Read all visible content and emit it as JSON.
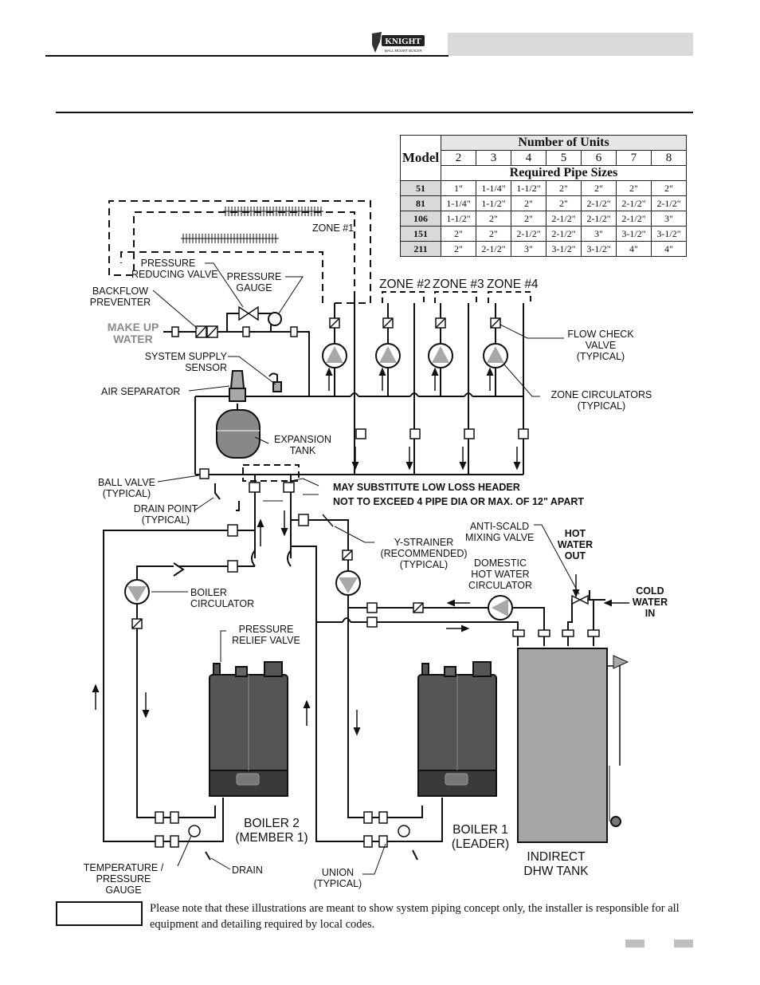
{
  "header": {
    "logo_text": "KNIGHT",
    "logo_sub": "WALL MOUNT BOILER"
  },
  "table": {
    "model_label": "Model",
    "units_label": "Number of Units",
    "units": [
      "2",
      "3",
      "4",
      "5",
      "6",
      "7",
      "8"
    ],
    "sizes_label": "Required Pipe Sizes",
    "rows": [
      {
        "model": "51",
        "sizes": [
          "1\"",
          "1-1/4\"",
          "1-1/2\"",
          "2\"",
          "2\"",
          "2\"",
          "2\""
        ]
      },
      {
        "model": "81",
        "sizes": [
          "1-1/4\"",
          "1-1/2\"",
          "2\"",
          "2\"",
          "2-1/2\"",
          "2-1/2\"",
          "2-1/2\""
        ]
      },
      {
        "model": "106",
        "sizes": [
          "1-1/2\"",
          "2\"",
          "2\"",
          "2-1/2\"",
          "2-1/2\"",
          "2-1/2\"",
          "3\""
        ]
      },
      {
        "model": "151",
        "sizes": [
          "2\"",
          "2\"",
          "2-1/2\"",
          "2-1/2\"",
          "3\"",
          "3-1/2\"",
          "3-1/2\""
        ]
      },
      {
        "model": "211",
        "sizes": [
          "2\"",
          "2-1/2\"",
          "3\"",
          "3-1/2\"",
          "3-1/2\"",
          "4\"",
          "4\""
        ]
      }
    ]
  },
  "labels": {
    "zone1": "ZONE #1",
    "zone2": "ZONE #2",
    "zone3": "ZONE #3",
    "zone4": "ZONE #4",
    "prv": "PRESSURE\nREDUCING VALVE",
    "pgauge": "PRESSURE\nGAUGE",
    "backflow": "BACKFLOW\nPREVENTER",
    "makeup": "MAKE UP\nWATER",
    "sss": "SYSTEM SUPPLY\nSENSOR",
    "airsep": "AIR SEPARATOR",
    "exptank": "EXPANSION\nTANK",
    "ballvalve": "BALL VALVE\n(TYPICAL)",
    "drainpoint": "DRAIN POINT\n(TYPICAL)",
    "substitute": "MAY SUBSTITUTE LOW LOSS HEADER",
    "notexceed": "NOT TO EXCEED 4 PIPE DIA OR MAX. OF 12\" APART",
    "flowcheck": "FLOW CHECK\nVALVE\n(TYPICAL)",
    "zonecirc": "ZONE CIRCULATORS\n(TYPICAL)",
    "antiscald": "ANTI-SCALD\nMIXING VALVE",
    "hotwater": "HOT\nWATER\nOUT",
    "coldwater": "COLD\nWATER\nIN",
    "ystrainer": "Y-STRAINER\n(RECOMMENDED)\n(TYPICAL)",
    "dhwcirc": "DOMESTIC\nHOT WATER\nCIRCULATOR",
    "boilercirc": "BOILER\nCIRCULATOR",
    "prelief": "PRESSURE\nRELIEF VALVE",
    "boiler2": "BOILER 2\n(MEMBER 1)",
    "boiler1": "BOILER 1\n(LEADER)",
    "dhwtank": "INDIRECT\nDHW TANK",
    "tempgauge": "TEMPERATURE /\nPRESSURE\nGAUGE",
    "drain": "DRAIN",
    "union": "UNION\n(TYPICAL)"
  },
  "note": "Please note that these illustrations are meant to show system piping concept only, the installer is responsible for all equipment and detailing required by local codes.",
  "colors": {
    "boiler": "#555555",
    "tank": "#9a9a9a",
    "pump": "#a8a8a8",
    "header_bar": "#d9d9d9"
  }
}
